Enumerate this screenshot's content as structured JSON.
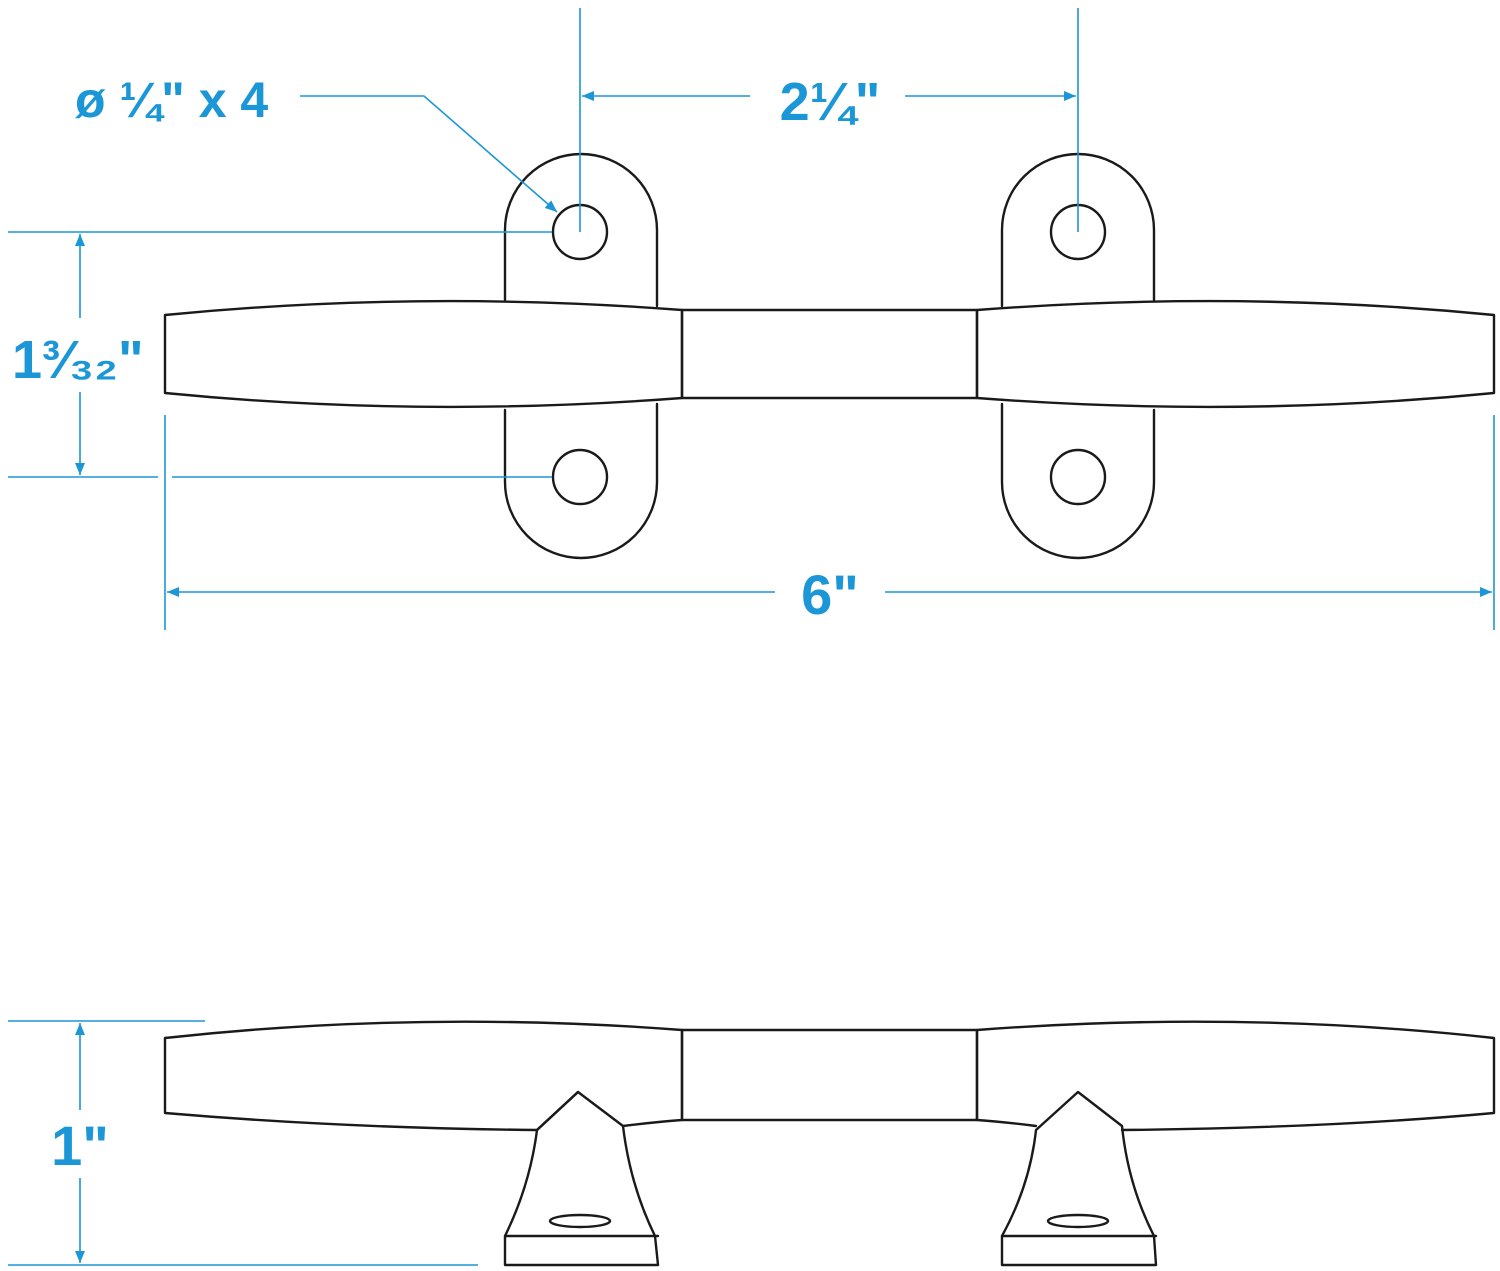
{
  "colors": {
    "dimension": "#1b96d6",
    "outline": "#1a1a1a",
    "background": "#ffffff"
  },
  "dimensions": {
    "hole_spec": "ø ¼\" x 4",
    "hole_spacing": "2¼\"",
    "base_width": "1³⁄₃₂\"",
    "overall_length": "6\"",
    "height": "1\""
  }
}
